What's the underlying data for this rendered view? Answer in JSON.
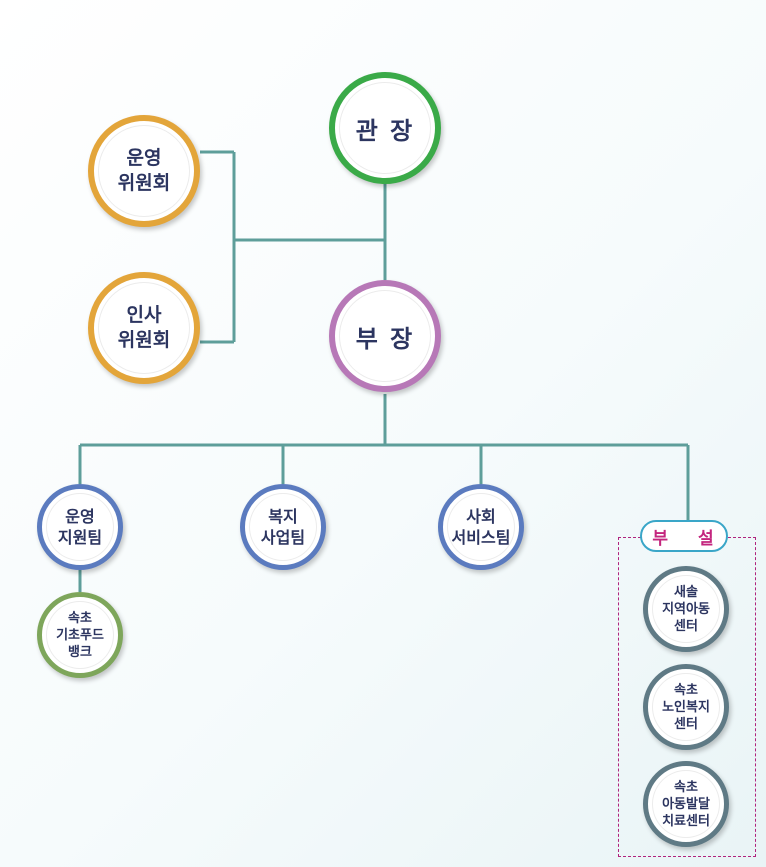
{
  "chart": {
    "director": "관 장",
    "vice_director": "부 장",
    "committees": [
      {
        "label": "운영\n위원회"
      },
      {
        "label": "인사\n위원회"
      }
    ],
    "teams": [
      {
        "label": "운영\n지원팀"
      },
      {
        "label": "복지\n사업팀"
      },
      {
        "label": "사회\n서비스팀"
      }
    ],
    "sub_team": {
      "label": "속초\n기초푸드\n뱅크"
    },
    "annex": {
      "title": "부 설",
      "centers": [
        {
          "label": "새솔\n지역아동\n센터"
        },
        {
          "label": "속초\n노인복지\n센터"
        },
        {
          "label": "속초\n아동발달\n치료센터"
        }
      ]
    }
  },
  "colors": {
    "connector": "#5e9e9a",
    "director_border": "#3aaa48",
    "vice_border": "#b778b7",
    "committee_border": "#e3a53a",
    "team_border": "#5b7bbf",
    "food_border": "#7ea65b",
    "annex_border": "#5f7a85",
    "annex_frame": "#b0247e",
    "text": "#2c3560"
  }
}
